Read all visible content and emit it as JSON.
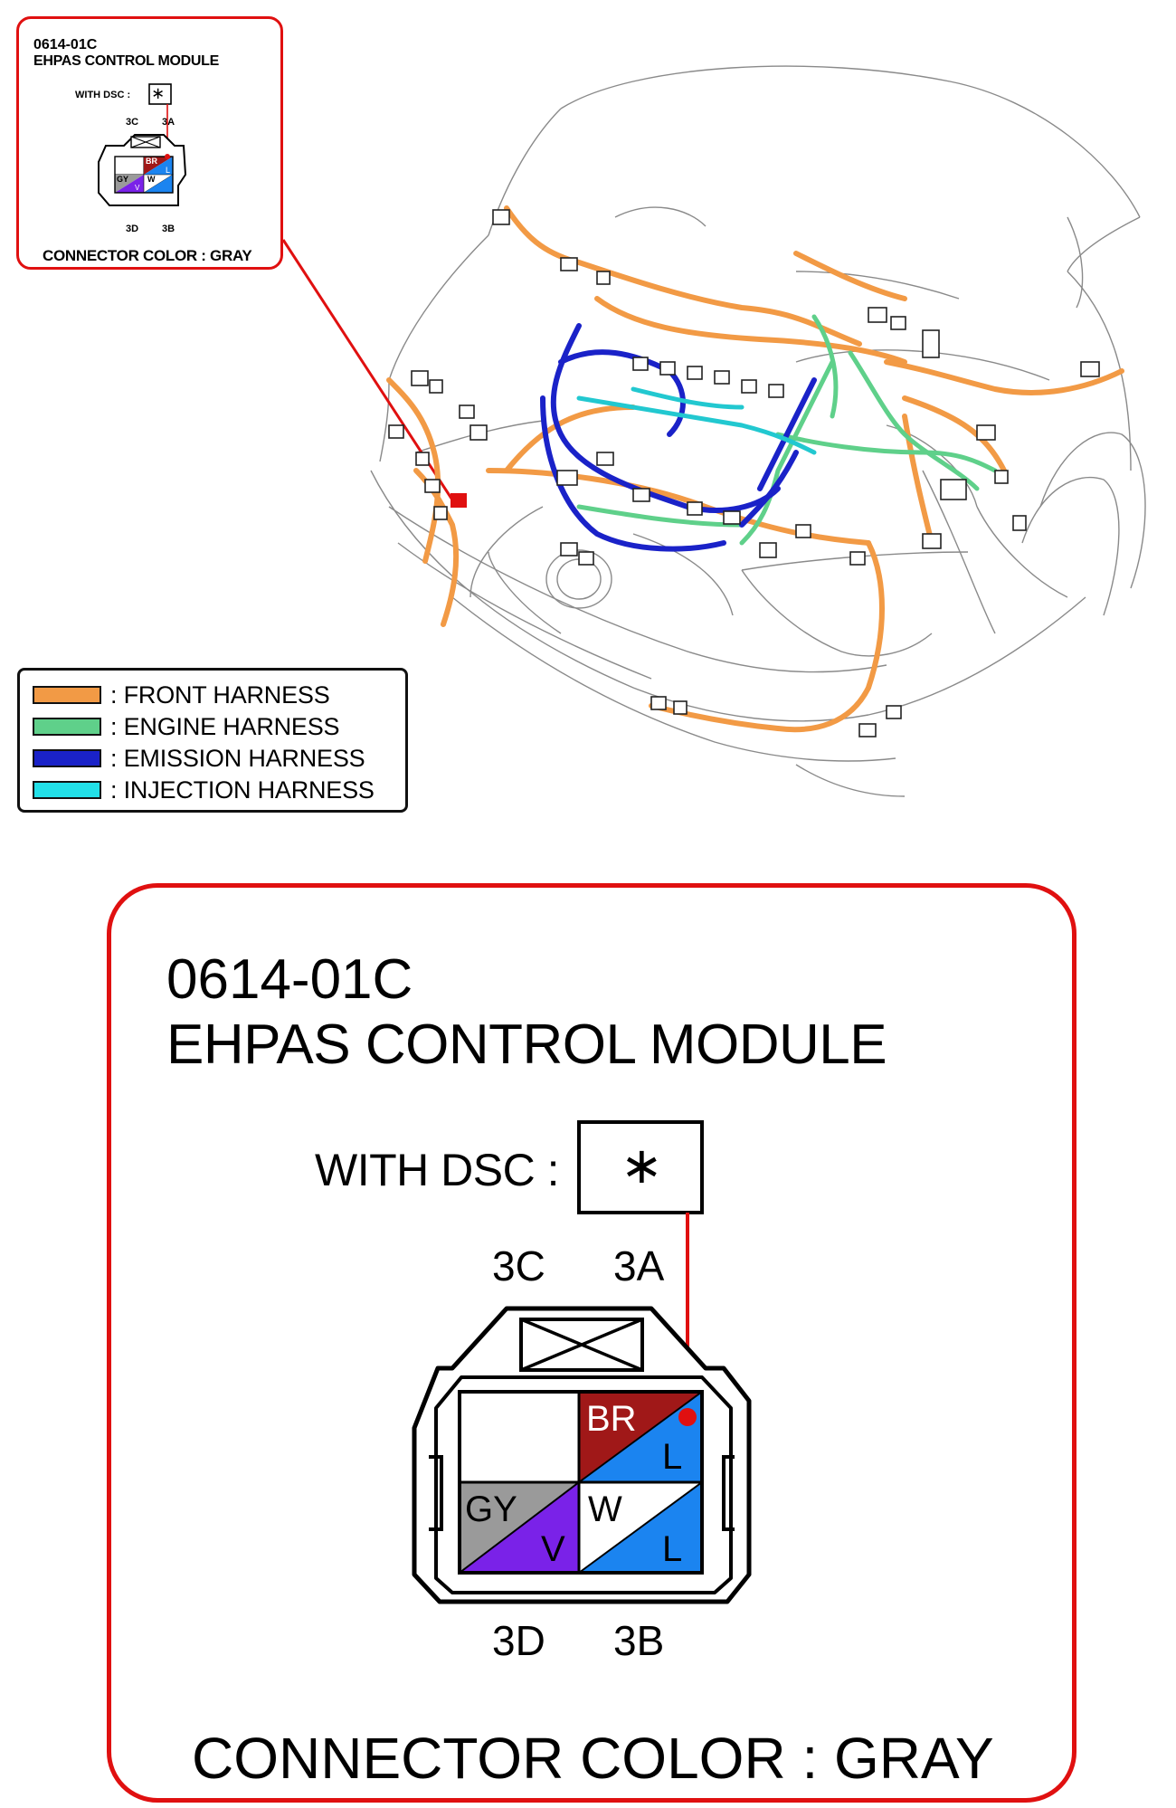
{
  "small_callout": {
    "code": "0614-01C",
    "name": "EHPAS CONTROL MODULE",
    "with_dsc_label": "WITH DSC :",
    "dsc_symbol": "∗",
    "pins": {
      "c3": "3C",
      "a3": "3A",
      "d3": "3D",
      "b3": "3B"
    },
    "cells": {
      "br": "BR",
      "l": "L",
      "gy": "GY",
      "v": "V",
      "w": "W"
    },
    "connector_color": "CONNECTOR COLOR : GRAY"
  },
  "legend": {
    "items": [
      {
        "label": ": FRONT HARNESS",
        "color": "#f29a45"
      },
      {
        "label": ": ENGINE HARNESS",
        "color": "#5fd08a"
      },
      {
        "label": ": EMISSION HARNESS",
        "color": "#1a22c8"
      },
      {
        "label": ": INJECTION HARNESS",
        "color": "#22e0e8"
      }
    ]
  },
  "connector": {
    "code": "0614-01C",
    "name": "EHPAS CONTROL MODULE",
    "with_dsc_label": "WITH DSC :",
    "dsc_symbol": "∗",
    "pins": {
      "c3": "3C",
      "a3": "3A",
      "d3": "3D",
      "b3": "3B"
    },
    "cells": {
      "br": "BR",
      "l_top": "L",
      "gy": "GY",
      "v": "V",
      "w": "W",
      "l_bottom": "L"
    },
    "connector_color": "CONNECTOR COLOR : GRAY",
    "colors": {
      "callout_border": "#e01010",
      "br": "#a01818",
      "l": "#1b84f0",
      "gy": "#9a9a9a",
      "v": "#7a22e8",
      "w": "#ffffff"
    }
  }
}
